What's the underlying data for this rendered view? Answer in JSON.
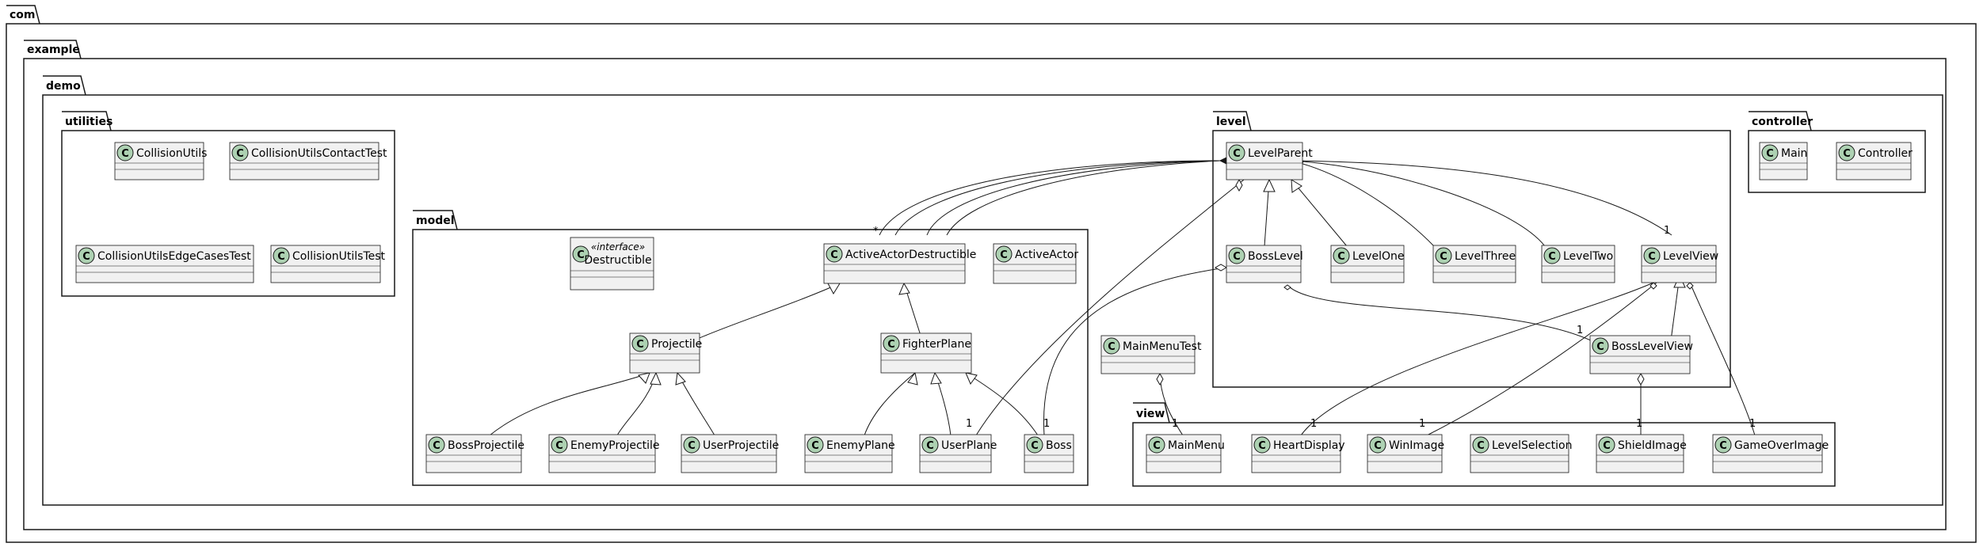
{
  "packages": {
    "com": "com",
    "example": "example",
    "demo": "demo",
    "utilities": "utilities",
    "model": "model",
    "level": "level",
    "controller": "controller",
    "view": "view"
  },
  "class_icon_letter": "C",
  "classes": {
    "CollisionUtils": "CollisionUtils",
    "CollisionUtilsContactTest": "CollisionUtilsContactTest",
    "CollisionUtilsEdgeCasesTest": "CollisionUtilsEdgeCasesTest",
    "CollisionUtilsTest": "CollisionUtilsTest",
    "Destructible": "Destructible",
    "ActiveActorDestructible": "ActiveActorDestructible",
    "ActiveActor": "ActiveActor",
    "Projectile": "Projectile",
    "FighterPlane": "FighterPlane",
    "BossProjectile": "BossProjectile",
    "EnemyProjectile": "EnemyProjectile",
    "UserProjectile": "UserProjectile",
    "EnemyPlane": "EnemyPlane",
    "UserPlane": "UserPlane",
    "Boss": "Boss",
    "MainMenuTest": "MainMenuTest",
    "LevelParent": "LevelParent",
    "BossLevel": "BossLevel",
    "LevelOne": "LevelOne",
    "LevelThree": "LevelThree",
    "LevelTwo": "LevelTwo",
    "LevelView": "LevelView",
    "BossLevelView": "BossLevelView",
    "Main": "Main",
    "Controller": "Controller",
    "MainMenu": "MainMenu",
    "HeartDisplay": "HeartDisplay",
    "WinImage": "WinImage",
    "LevelSelection": "LevelSelection",
    "ShieldImage": "ShieldImage",
    "GameOverImage": "GameOverImage"
  },
  "stereotypes": {
    "Destructible": "«interface»"
  },
  "multiplicities": {
    "levelparent_actors": "*",
    "levelparent_levelview": "1",
    "levelparent_userplane": "1",
    "bosslevel_boss": "1",
    "mainmenutest_mainmenu": "1",
    "levelview_heartdisplay": "1",
    "levelview_winimage": "1",
    "levelview_gameoverimage": "1",
    "bosslevel_bosslevelview": "1",
    "bosslevelview_shieldimage": "1"
  }
}
